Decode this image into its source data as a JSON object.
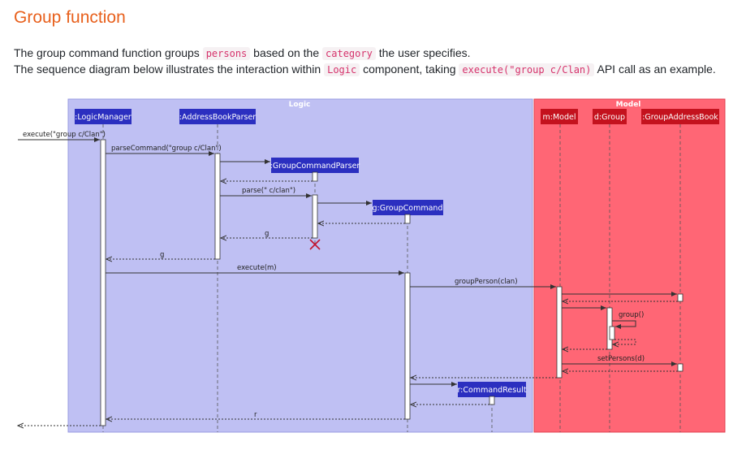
{
  "title": "Group function",
  "paragraph1": {
    "t1": "The group command function groups ",
    "c1": "persons",
    "t2": " based on the ",
    "c2": "category",
    "t3": " the user specifies."
  },
  "paragraph2": {
    "t1": "The sequence diagram below illustrates the interaction within ",
    "c1": "Logic",
    "t2": " component, taking ",
    "c2": "execute(\"group c/Clan)",
    "t3": " API call as an example."
  },
  "diagram": {
    "colors": {
      "logic_bg": "#bfc0f3",
      "model_bg": "#ff6675",
      "logic_participant": "#2b2fc0",
      "model_participant": "#c4121e",
      "destroy": "#c4122e"
    },
    "frames": {
      "logic": "Logic",
      "model": "Model"
    },
    "participants": {
      "logic_manager": ":LogicManager",
      "address_book_parser": ":AddressBookParser",
      "group_command_parser": ":GroupCommandParser",
      "group_command": "g:GroupCommand",
      "command_result": "r:CommandResult",
      "model": "m:Model",
      "group": "d:Group",
      "group_address_book": ":GroupAddressBook"
    },
    "messages": {
      "execute_call": "execute(\"group c/Clan\")",
      "parse_command": "parseCommand(\"group c/Clan\")",
      "parse": "parse(\" c/clan\")",
      "return_g1": "g",
      "return_g2": "g",
      "execute_m": "execute(m)",
      "group_person": "groupPerson(clan)",
      "group_call": "group()",
      "set_persons": "setPersons(d)",
      "return_r": "r"
    }
  }
}
